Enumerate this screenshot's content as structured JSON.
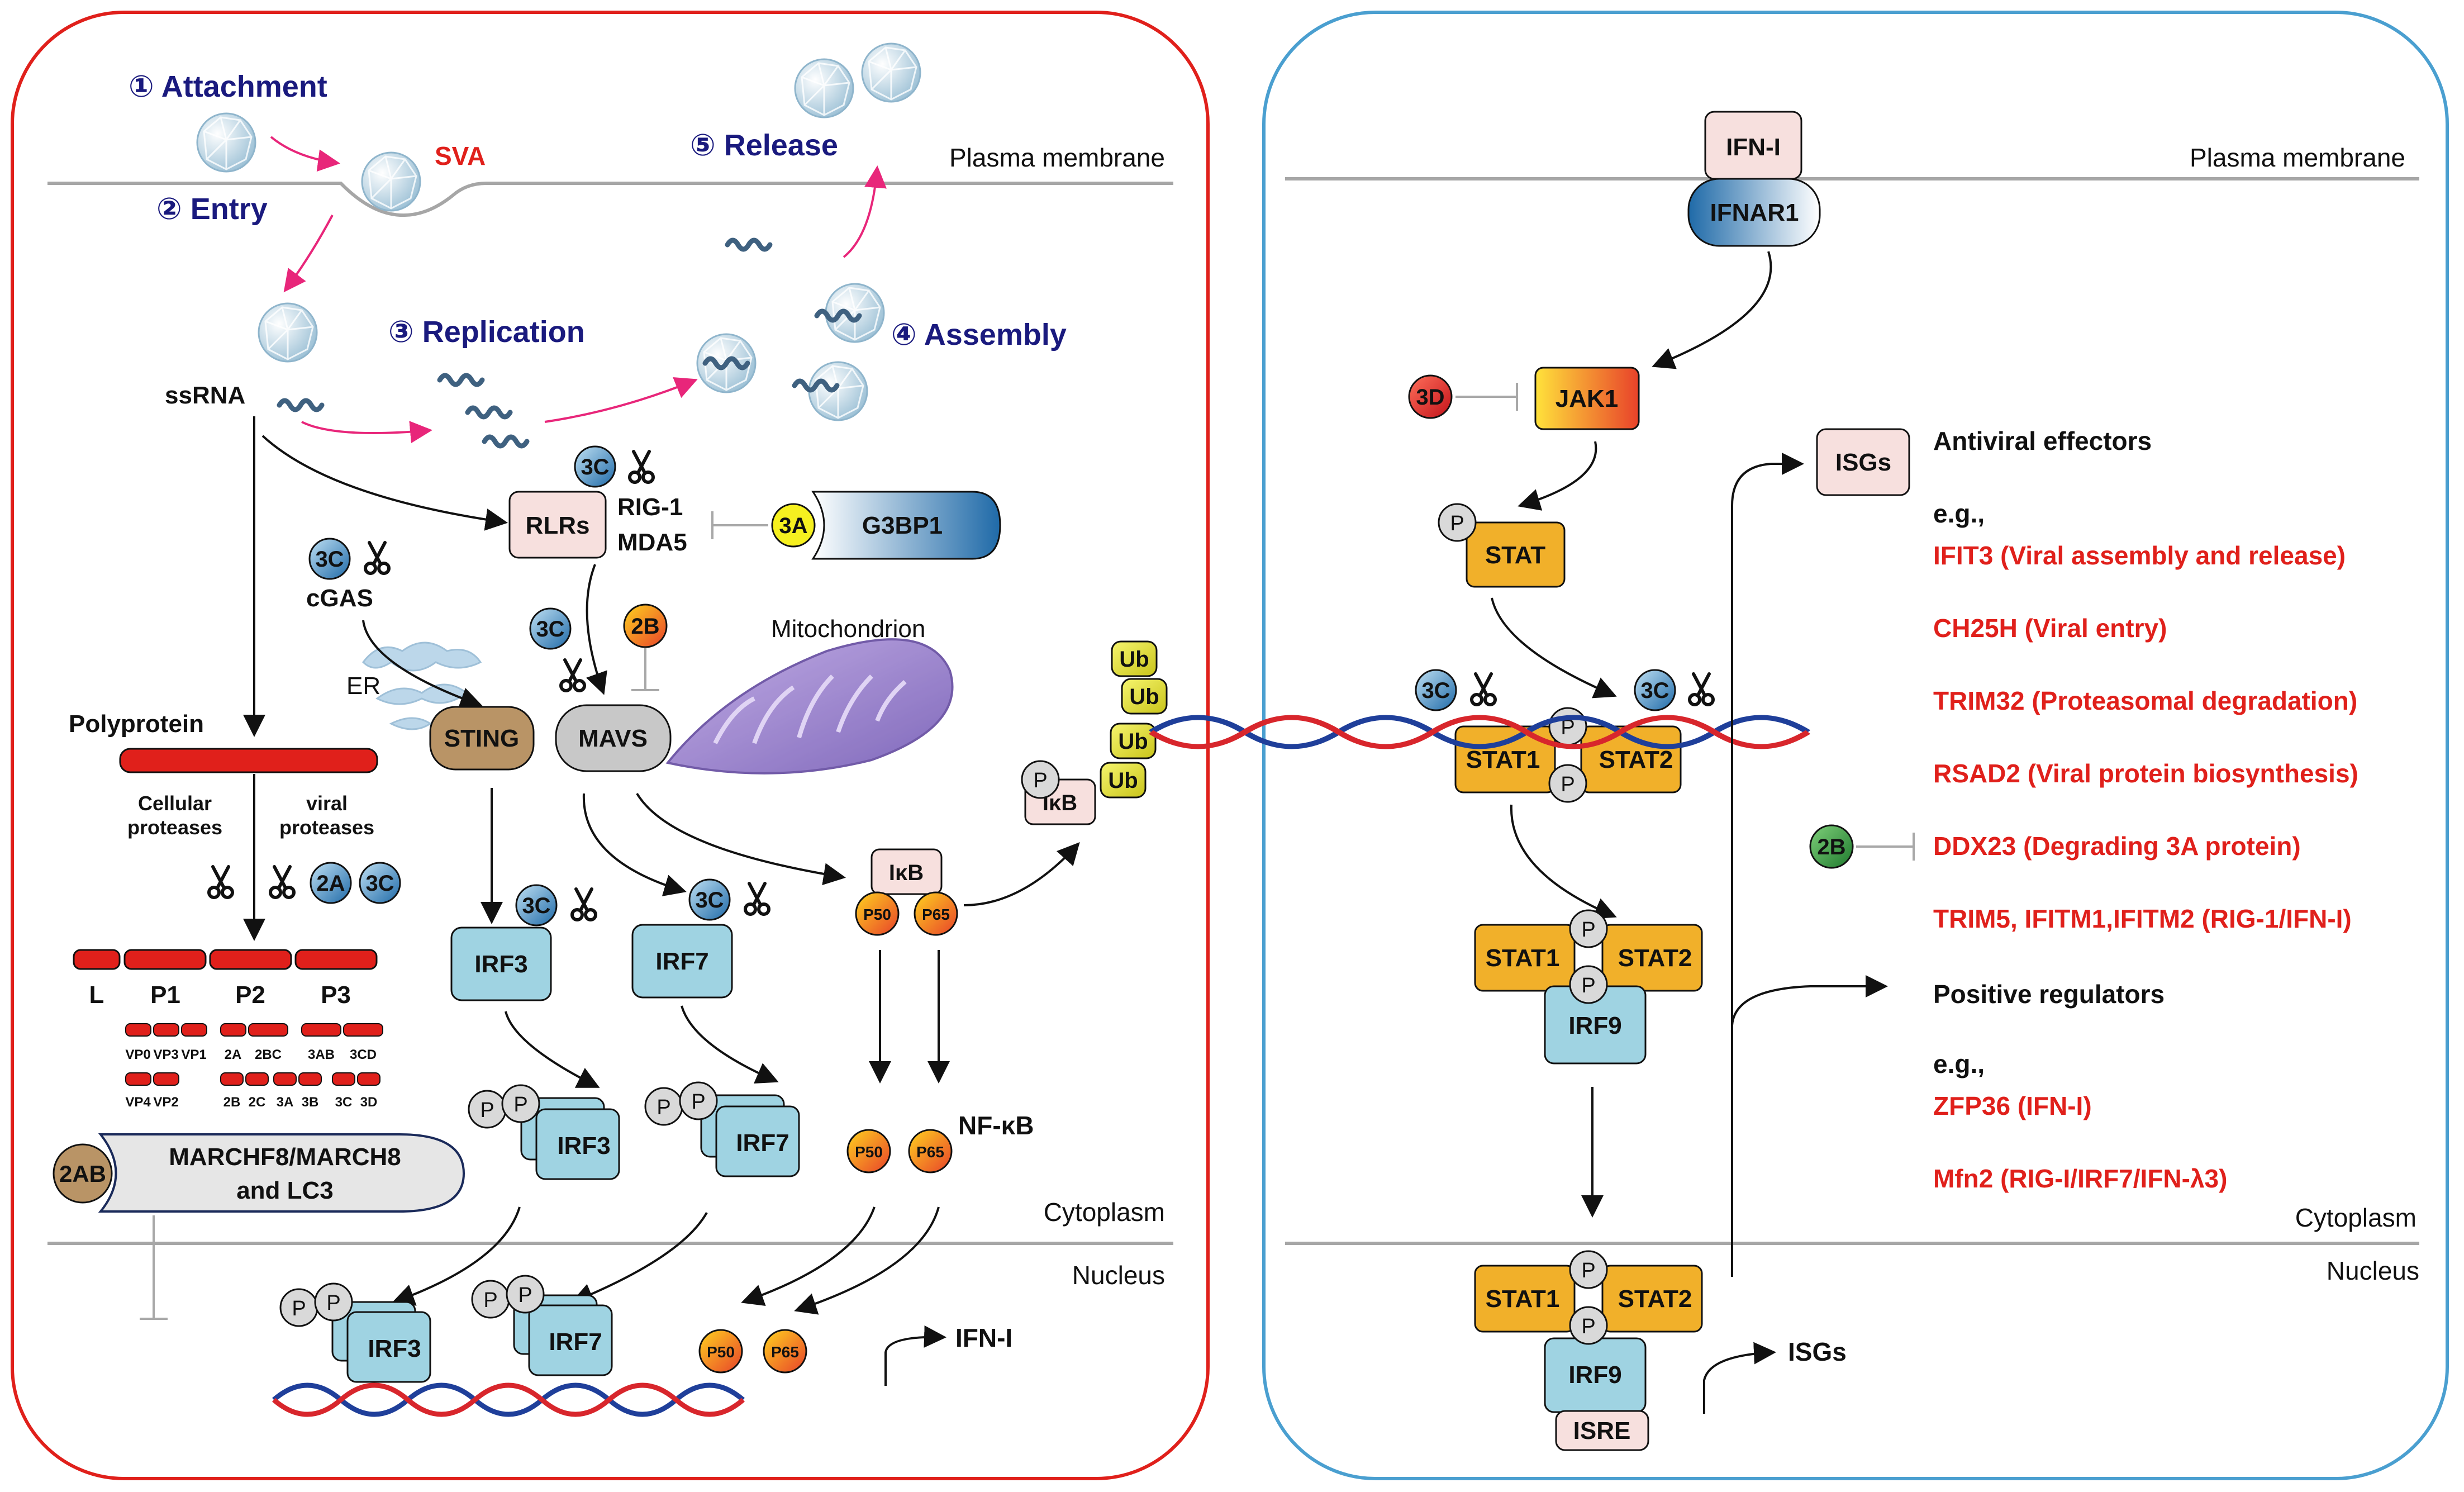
{
  "colors": {
    "left_frame": "#e0201b",
    "right_frame": "#4a9fd0",
    "magenta_arrow": "#e8267a",
    "navy_text": "#1a1a7e",
    "red_text": "#e0201b",
    "light_blue_box": "#9fd3e2",
    "orange_box": "#f1b02a",
    "pink_box": "#f7e0de",
    "sting_brown": "#b99466",
    "mavs_grey": "#c8c8c8",
    "inhibit_grey": "#a8a8a8"
  },
  "left": {
    "steps": {
      "attachment": "① Attachment",
      "entry": "② Entry",
      "replication": "③ Replication",
      "assembly": "④ Assembly",
      "release": "⑤ Release"
    },
    "sva": "SVA",
    "plasma_membrane": "Plasma membrane",
    "ssrna": "ssRNA",
    "rlrs": "RLRs",
    "rig1": "RIG-1",
    "mda5": "MDA5",
    "g3bp1": "G3BP1",
    "cgas": "cGAS",
    "er": "ER",
    "sting": "STING",
    "mavs": "MAVS",
    "mitochondrion": "Mitochondrion",
    "polyprotein": "Polyprotein",
    "cellular_proteases_1": "Cellular",
    "cellular_proteases_2": "proteases",
    "viral_proteases_1": "viral",
    "viral_proteases_2": "proteases",
    "segments": [
      "L",
      "P1",
      "P2",
      "P3"
    ],
    "small_row1": [
      "VP0",
      "VP3",
      "VP1",
      "2A",
      "2BC",
      "3AB",
      "3CD"
    ],
    "small_row2": [
      "VP4",
      "VP2",
      "2B",
      "2C",
      "3A",
      "3B",
      "3C",
      "3D"
    ],
    "march_line1": "MARCHF8/MARCH8",
    "march_line2": "and LC3",
    "irf3": "IRF3",
    "irf7": "IRF7",
    "ikb": "IκB",
    "p50": "P50",
    "p65": "P65",
    "nfkb": "NF-κB",
    "ub": "Ub",
    "p": "P",
    "cytoplasm": "Cytoplasm",
    "nucleus": "Nucleus",
    "ifn_i": "IFN-I",
    "viral_proteins": {
      "c3": "3C",
      "a2": "2A",
      "b2": "2B",
      "a3": "3A",
      "ab2": "2AB"
    }
  },
  "right": {
    "ifn_i": "IFN-I",
    "plasma_membrane": "Plasma membrane",
    "ifnar1": "IFNAR1",
    "d3": "3D",
    "jak1": "JAK1",
    "stat": "STAT",
    "stat1": "STAT1",
    "stat2": "STAT2",
    "irf9": "IRF9",
    "isgs_box": "ISGs",
    "antiviral_effectors": "Antiviral effectors",
    "eg": "e.g.,",
    "effectors": [
      "IFIT3 (Viral assembly and release)",
      "CH25H (Viral entry)",
      "TRIM32 (Proteasomal degradation)",
      "RSAD2 (Viral protein biosynthesis)",
      "DDX23 (Degrading 3A  protein)",
      "TRIM5, IFITM1,IFITM2 (RIG-1/IFN-I)"
    ],
    "b2": "2B",
    "c3": "3C",
    "p": "P",
    "positive_regulators": "Positive regulators",
    "regulators": [
      "ZFP36 (IFN-I)",
      "Mfn2 (RIG-I/IRF7/IFN-λ3)"
    ],
    "cytoplasm": "Cytoplasm",
    "nucleus": "Nucleus",
    "isgs_label": "ISGs",
    "isre": "ISRE"
  }
}
